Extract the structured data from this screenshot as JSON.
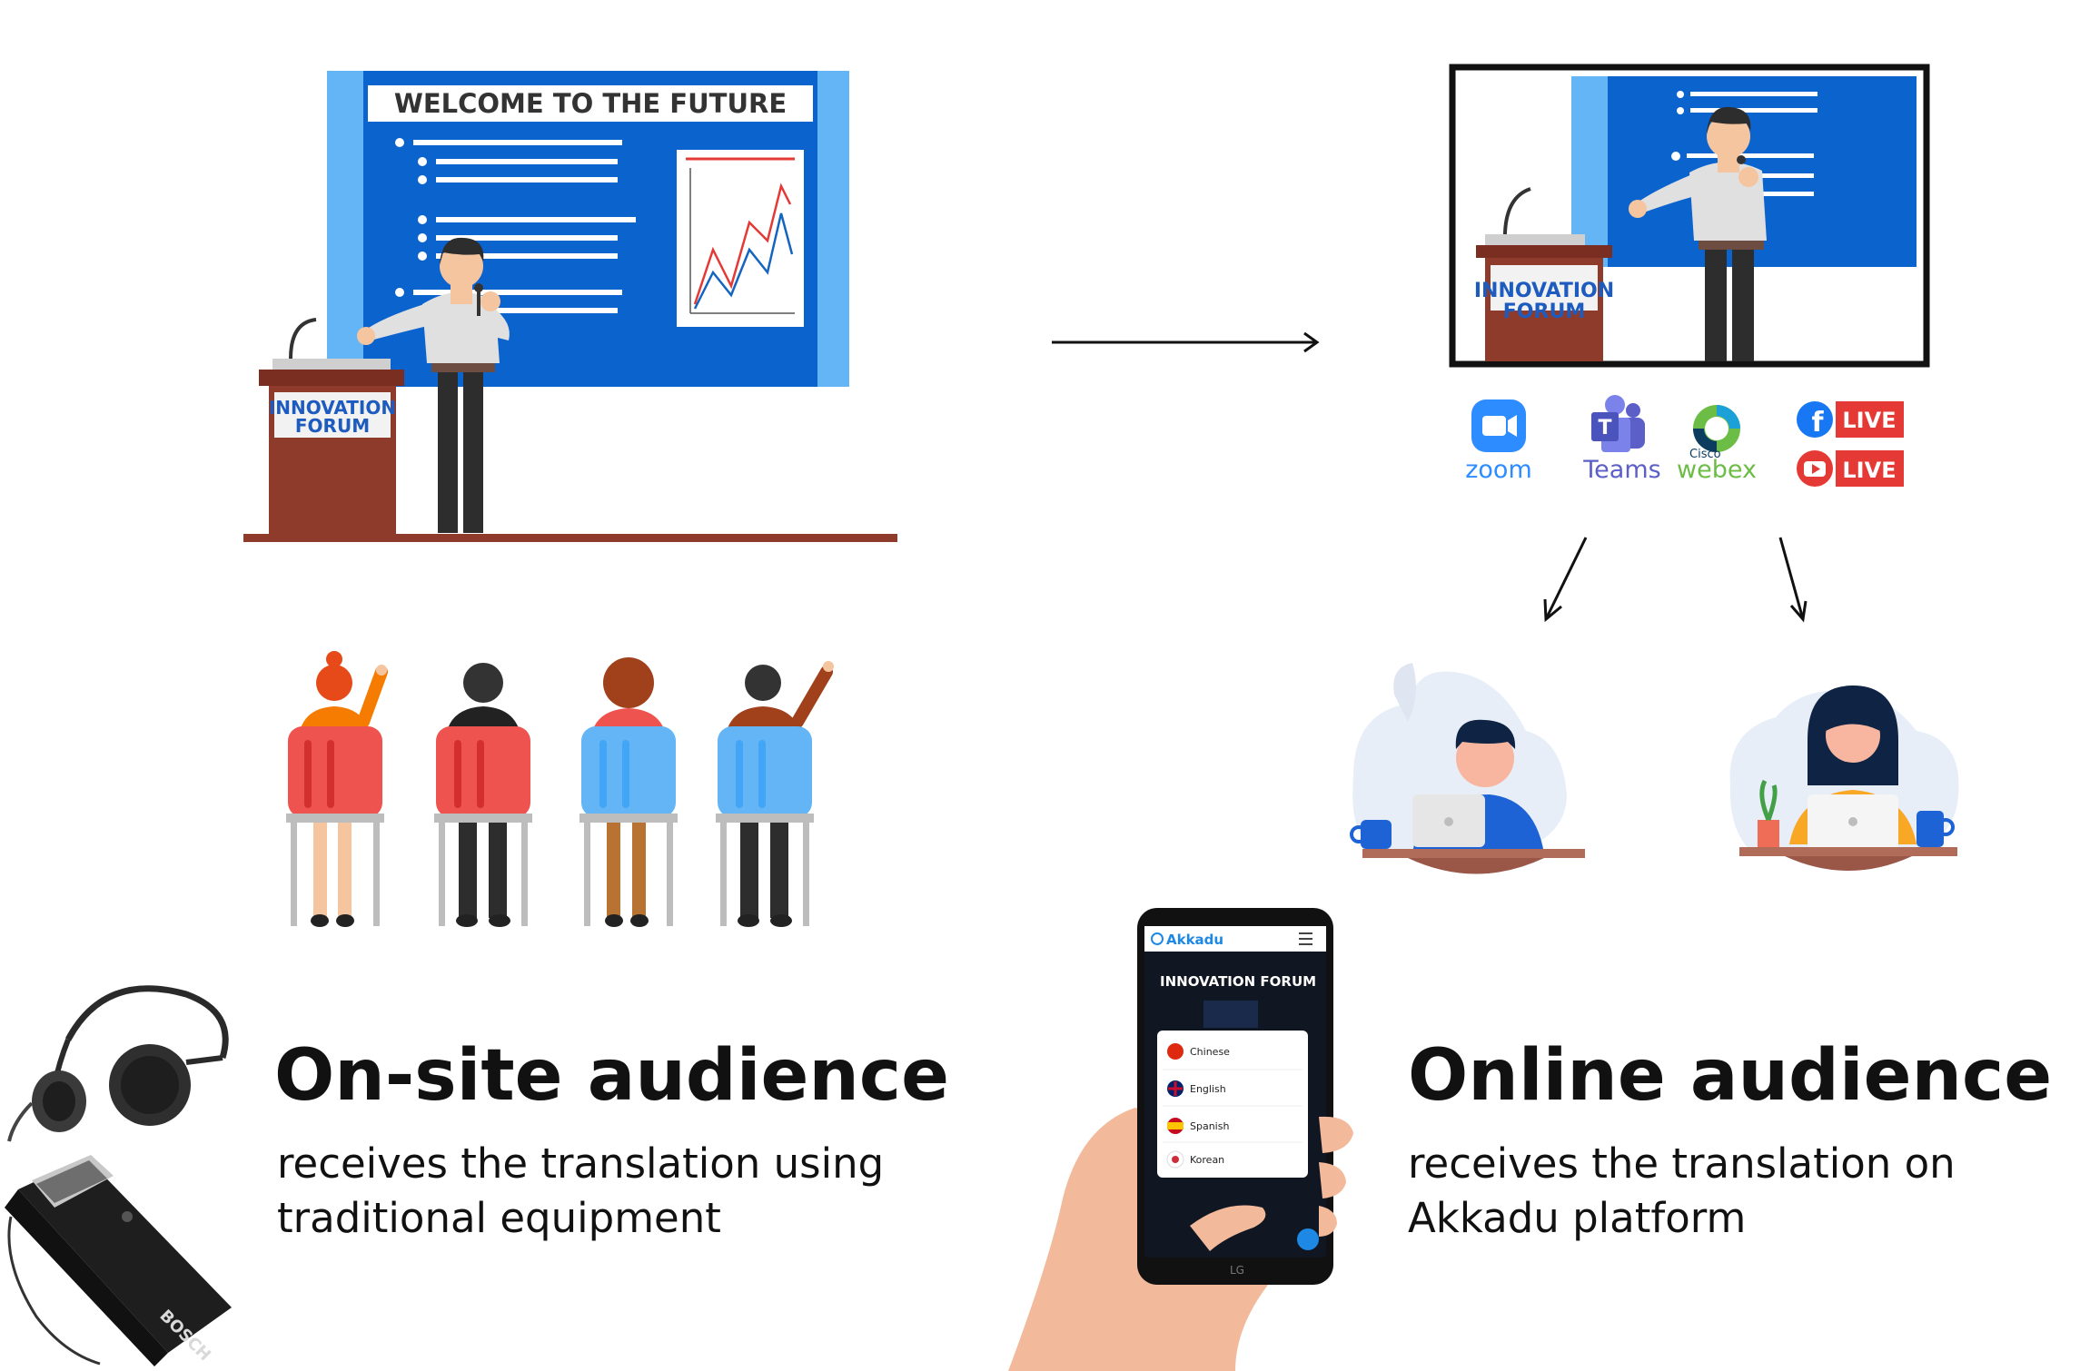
{
  "stage": {
    "screen_title": "WELCOME TO THE FUTURE",
    "podium_line1": "INNOVATION",
    "podium_line2": "FORUM"
  },
  "broadcast": {
    "podium_line1": "INNOVATION",
    "podium_line2": "FORUM",
    "platforms": {
      "zoom": "zoom",
      "teams": "Teams",
      "cisco": "Cisco",
      "webex": "webex",
      "fb_live": "LIVE",
      "yt_live": "LIVE"
    }
  },
  "phone": {
    "app_name": "Akkadu",
    "event_title": "INNOVATION FORUM",
    "languages": [
      "Chinese",
      "English",
      "Spanish",
      "Korean"
    ],
    "brand": "LG"
  },
  "headphone_brand": "BOSCH",
  "onsite": {
    "title": "On-site audience",
    "line1": "receives the translation using",
    "line2": "traditional equipment"
  },
  "online": {
    "title": "Online audience",
    "line1": "receives the translation on",
    "line2": "Akkadu platform"
  },
  "colors": {
    "screen_blue": "#0b63ce",
    "screen_light": "#64b5f6",
    "podium": "#8f3b2b",
    "chair_red": "#ef5350",
    "chair_blue": "#64b5f6",
    "live_red": "#e53935",
    "teams_purple": "#5b5fc7",
    "zoom_blue": "#2d8cff",
    "webex_green": "#6cbd45"
  }
}
